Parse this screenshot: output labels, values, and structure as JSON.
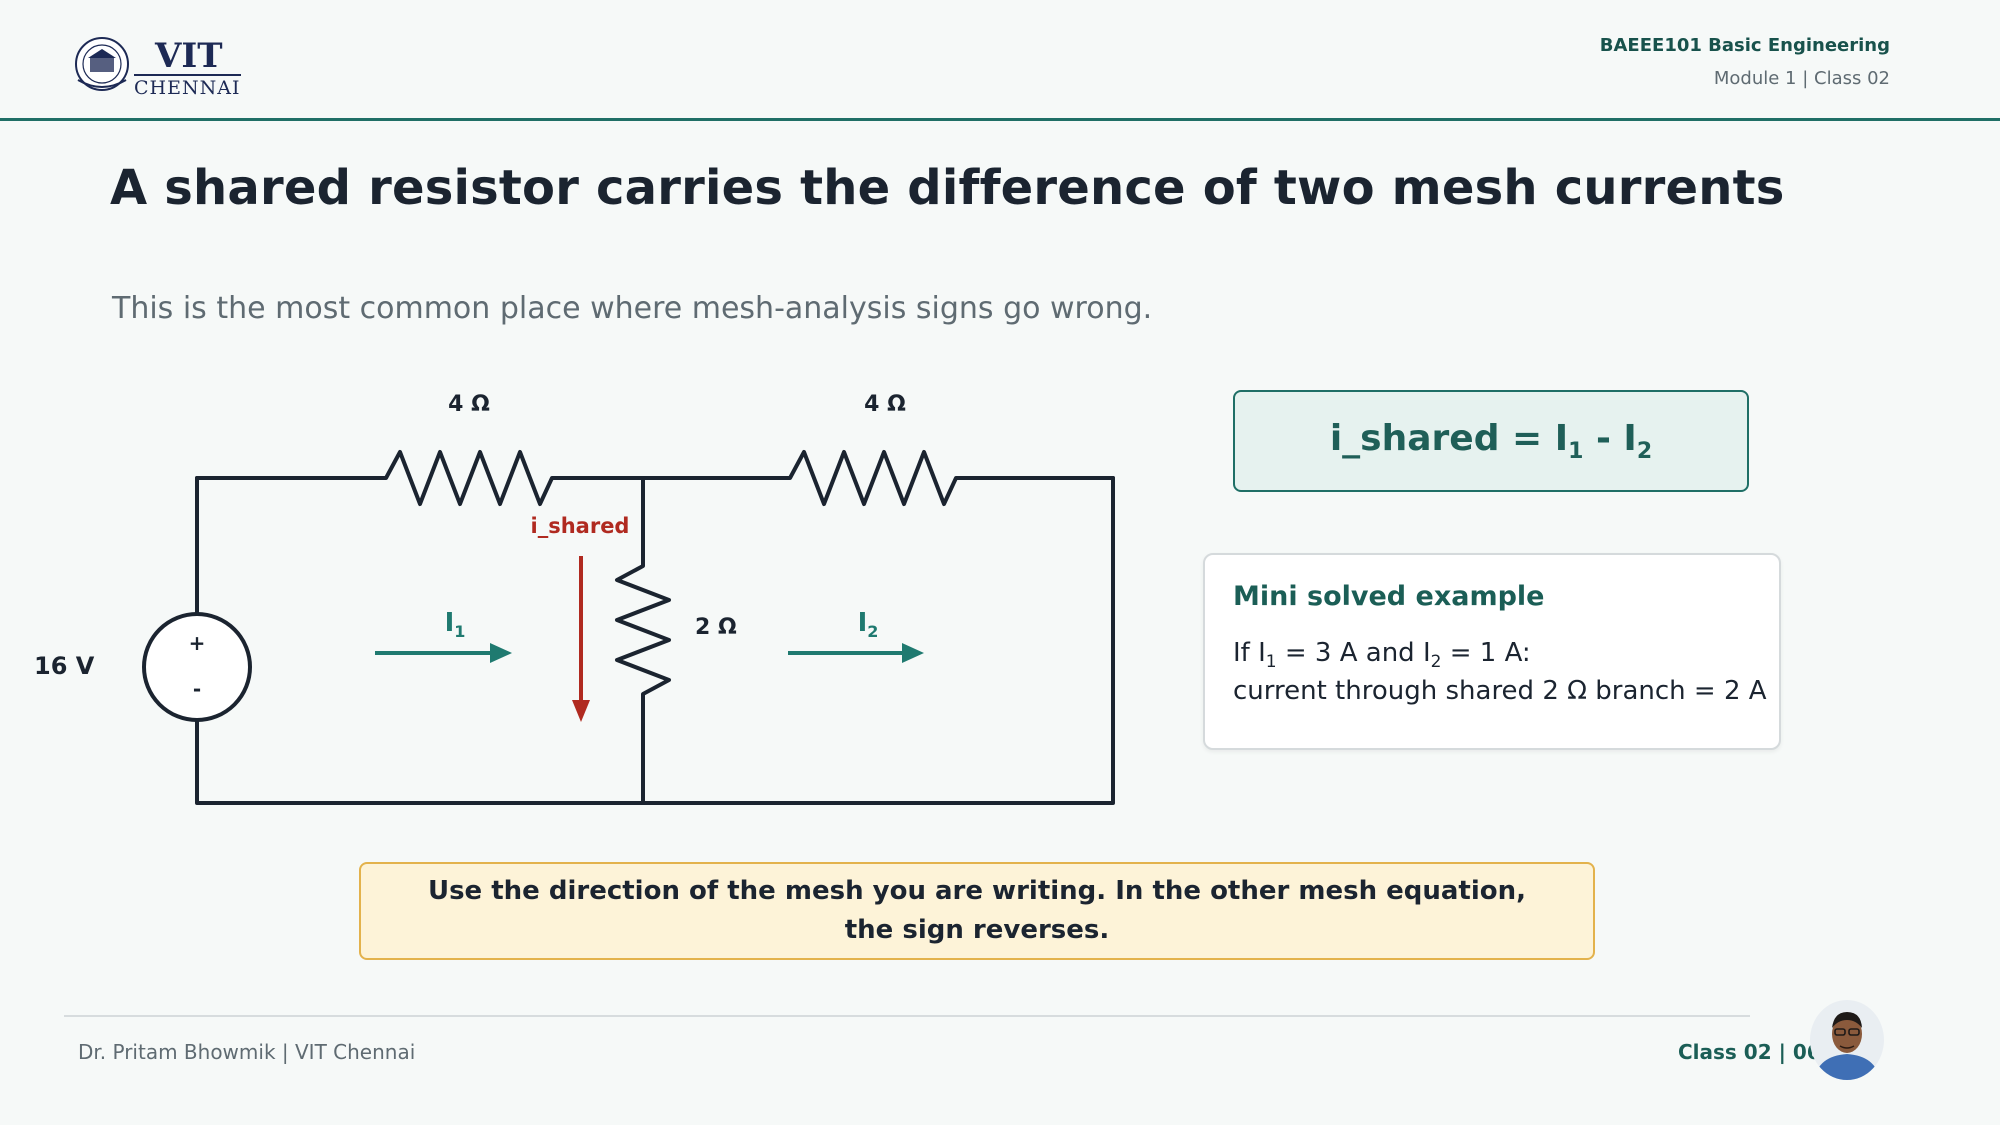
{
  "header": {
    "logo_text_vit": "VIT",
    "logo_text_chennai": "CHENNAI",
    "course": "BAEEE101 Basic Engineering",
    "module": "Module 1 | Class 02"
  },
  "slide": {
    "title": "A shared resistor carries the difference of two mesh currents",
    "subtitle": "This is the most common place where mesh-analysis signs go wrong."
  },
  "circuit": {
    "source_label": "16 V",
    "source_plus": "+",
    "source_minus": "-",
    "r_left": "4 Ω",
    "r_right": "4 Ω",
    "r_shared": "2 Ω",
    "mesh1": "I",
    "mesh1_sub": "1",
    "mesh2": "I",
    "mesh2_sub": "2",
    "shared_current": "i_shared",
    "colors": {
      "wire": "#1b2430",
      "mesh": "#1f7a70",
      "shared": "#b02a20"
    }
  },
  "formula": {
    "lhs": "i_shared = I",
    "sub1": "1",
    "mid": " - I",
    "sub2": "2"
  },
  "example": {
    "title": "Mini solved example",
    "line1_a": "If I",
    "line1_sub1": "1",
    "line1_b": " = 3 A and I",
    "line1_sub2": "2",
    "line1_c": " = 1 A:",
    "line2": "current through shared 2 Ω branch = 2 A"
  },
  "note": "Use the direction of the mesh you are writing. In the other mesh equation, the sign reverses.",
  "footer": {
    "author": "Dr. Pritam Bhowmik | VIT Chennai",
    "page": "Class 02 | 06"
  }
}
